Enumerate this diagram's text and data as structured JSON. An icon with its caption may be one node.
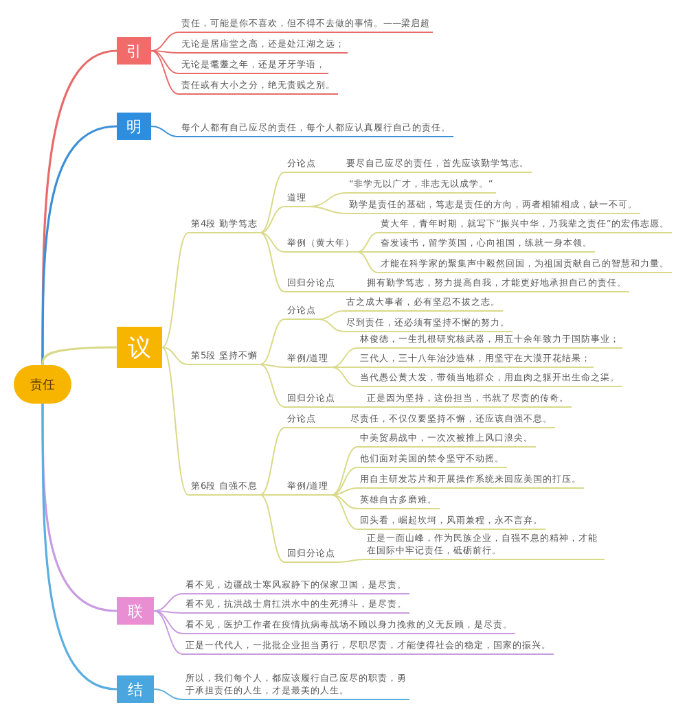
{
  "diagram": {
    "nodes": [
      {
        "text": [
          "责任"
        ]
      },
      {
        "text": [
          "引"
        ]
      },
      {
        "text": [
          "责任，可能是你不喜欢，但不得不去做的事情。——梁启超"
        ]
      },
      {
        "text": [
          "无论是居庙堂之高，还是处江湖之远；"
        ]
      },
      {
        "text": [
          "无论是耄耋之年，还是牙牙学语，"
        ]
      },
      {
        "text": [
          "责任或有大小之分，绝无贵贱之别。"
        ]
      },
      {
        "text": [
          "明"
        ]
      },
      {
        "text": [
          "每个人都有自己应尽的责任，每个人都应认真履行自己的责任。"
        ]
      },
      {
        "text": [
          "议"
        ]
      },
      {
        "text": [
          "第4段 勤学笃志"
        ]
      },
      {
        "text": [
          "分论点"
        ]
      },
      {
        "text": [
          "要尽自己应尽的责任，首先应该勤学笃志。"
        ]
      },
      {
        "text": [
          "道理"
        ]
      },
      {
        "text": [
          "“非学无以广才，非志无以成学。”"
        ]
      },
      {
        "text": [
          "勤学是责任的基础，笃志是责任的方向，两者相辅相成，缺一不可。"
        ]
      },
      {
        "text": [
          "举例（黄大年）"
        ]
      },
      {
        "text": [
          "黄大年，青年时期，就写下“振兴中华，乃我辈之责任”的宏伟志愿。"
        ]
      },
      {
        "text": [
          "奋发读书，留学英国，心向祖国，练就一身本领。"
        ]
      },
      {
        "text": [
          "才能在科学家的聚集声中毅然回国，为祖国贡献自己的智慧和力量。"
        ]
      },
      {
        "text": [
          "回归分论点"
        ]
      },
      {
        "text": [
          "拥有勤学笃志，努力提高自我，才能更好地承担自己的责任。"
        ]
      },
      {
        "text": [
          "第5段 坚持不懈"
        ]
      },
      {
        "text": [
          "分论点"
        ]
      },
      {
        "text": [
          "古之成大事者，必有坚忍不拔之志。"
        ]
      },
      {
        "text": [
          "尽到责任，还必须有坚持不懈的努力。"
        ]
      },
      {
        "text": [
          "举例/道理"
        ]
      },
      {
        "text": [
          "林俊德，一生扎根研究核武器，用五十余年致力于国防事业；"
        ]
      },
      {
        "text": [
          "三代人，三十八年治沙造林，用坚守在大漠开花结果；"
        ]
      },
      {
        "text": [
          "当代愚公黄大发，带领当地群众，用血肉之躯开出生命之渠。"
        ]
      },
      {
        "text": [
          "回归分论点"
        ]
      },
      {
        "text": [
          "正是因为坚持，这份担当，书就了尽责的传奇。"
        ]
      },
      {
        "text": [
          "第6段 自强不息"
        ]
      },
      {
        "text": [
          "分论点"
        ]
      },
      {
        "text": [
          "尽责任，不仅仅要坚持不懈，还应该自强不息。"
        ]
      },
      {
        "text": [
          "举例/道理"
        ]
      },
      {
        "text": [
          "中美贸易战中，一次次被推上风口浪尖。"
        ]
      },
      {
        "text": [
          "他们面对美国的禁令坚守不动摇。"
        ]
      },
      {
        "text": [
          "用自主研发芯片和开展操作系统来回应美国的打压。"
        ]
      },
      {
        "text": [
          "英雄自古多磨难。"
        ]
      },
      {
        "text": [
          "回头看，崛起坎坷，风雨兼程，永不言弃。"
        ]
      },
      {
        "text": [
          "回归分论点"
        ]
      },
      {
        "text": [
          "正是一面山峰，作为民族企业，自强不息的精神，才能在国际中牢记责任，砥砺前行。"
        ]
      },
      {
        "text": [
          "联"
        ]
      },
      {
        "text": [
          "看不见，边疆战士寒风寂静下的保家卫国，是尽责。"
        ]
      },
      {
        "text": [
          "看不见，抗洪战士肩扛洪水中的生死搏斗，是尽责。"
        ]
      },
      {
        "text": [
          "看不见，医护工作者在疫情抗病毒战场不顾以身力挽救的义无反顾，是尽责。"
        ]
      },
      {
        "text": [
          "正是一代代人，一批批企业担当勇行，尽职尽责，才能使得社会的稳定，国家的振兴。"
        ]
      },
      {
        "text": [
          "结"
        ]
      },
      {
        "text": [
          "所以，我们每个人，都应该履行自己应尽的职责，勇于承担责任的人生，才是最美的人生。"
        ]
      }
    ],
    "edges": [
      {
        "from": 0,
        "to": 1,
        "arrow": "none",
        "color": "#e86a6a"
      },
      {
        "from": 1,
        "to": 2,
        "arrow": "none",
        "color": "#e86a6a"
      },
      {
        "from": 1,
        "to": 3,
        "arrow": "none",
        "color": "#e86a6a"
      },
      {
        "from": 1,
        "to": 4,
        "arrow": "none",
        "color": "#e86a6a"
      },
      {
        "from": 1,
        "to": 5,
        "arrow": "none",
        "color": "#e86a6a"
      },
      {
        "from": 0,
        "to": 6,
        "arrow": "none",
        "color": "#3a8fd8"
      },
      {
        "from": 6,
        "to": 7,
        "arrow": "none",
        "color": "#3a8fd8"
      },
      {
        "from": 0,
        "to": 8,
        "arrow": "none"
      },
      {
        "from": 8,
        "to": 9,
        "arrow": "none"
      },
      {
        "from": 9,
        "to": 10,
        "arrow": "none"
      },
      {
        "from": 10,
        "to": 11,
        "arrow": "none"
      },
      {
        "from": 9,
        "to": 12,
        "arrow": "none"
      },
      {
        "from": 12,
        "to": 13,
        "arrow": "none"
      },
      {
        "from": 12,
        "to": 14,
        "arrow": "none"
      },
      {
        "from": 9,
        "to": 15,
        "arrow": "none"
      },
      {
        "from": 15,
        "to": 16,
        "arrow": "none"
      },
      {
        "from": 15,
        "to": 17,
        "arrow": "none"
      },
      {
        "from": 15,
        "to": 18,
        "arrow": "none"
      },
      {
        "from": 9,
        "to": 19,
        "arrow": "none"
      },
      {
        "from": 19,
        "to": 20,
        "arrow": "none"
      },
      {
        "from": 8,
        "to": 21,
        "arrow": "none"
      },
      {
        "from": 21,
        "to": 22,
        "arrow": "none"
      },
      {
        "from": 22,
        "to": 23,
        "arrow": "none"
      },
      {
        "from": 22,
        "to": 24,
        "arrow": "none"
      },
      {
        "from": 21,
        "to": 25,
        "arrow": "none"
      },
      {
        "from": 25,
        "to": 26,
        "arrow": "none"
      },
      {
        "from": 25,
        "to": 27,
        "arrow": "none"
      },
      {
        "from": 25,
        "to": 28,
        "arrow": "none"
      },
      {
        "from": 21,
        "to": 29,
        "arrow": "none"
      },
      {
        "from": 29,
        "to": 30,
        "arrow": "none"
      },
      {
        "from": 8,
        "to": 31,
        "arrow": "none"
      },
      {
        "from": 31,
        "to": 32,
        "arrow": "none"
      },
      {
        "from": 32,
        "to": 33,
        "arrow": "none"
      },
      {
        "from": 31,
        "to": 34,
        "arrow": "none"
      },
      {
        "from": 34,
        "to": 35,
        "arrow": "none"
      },
      {
        "from": 34,
        "to": 36,
        "arrow": "none"
      },
      {
        "from": 34,
        "to": 37,
        "arrow": "none"
      },
      {
        "from": 34,
        "to": 38,
        "arrow": "none"
      },
      {
        "from": 34,
        "to": 39,
        "arrow": "none"
      },
      {
        "from": 31,
        "to": 40,
        "arrow": "none"
      },
      {
        "from": 40,
        "to": 41,
        "arrow": "none"
      },
      {
        "from": 0,
        "to": 42,
        "arrow": "none",
        "color": "#c99be0"
      },
      {
        "from": 42,
        "to": 43,
        "arrow": "none",
        "color": "#c99be0"
      },
      {
        "from": 42,
        "to": 44,
        "arrow": "none",
        "color": "#c99be0"
      },
      {
        "from": 42,
        "to": 45,
        "arrow": "none",
        "color": "#c99be0"
      },
      {
        "from": 42,
        "to": 46,
        "arrow": "none",
        "color": "#c99be0"
      },
      {
        "from": 0,
        "to": 47,
        "arrow": "none",
        "color": "#5aaee0"
      },
      {
        "from": 47,
        "to": 48,
        "arrow": "none",
        "color": "#5aaee0"
      }
    ]
  }
}
